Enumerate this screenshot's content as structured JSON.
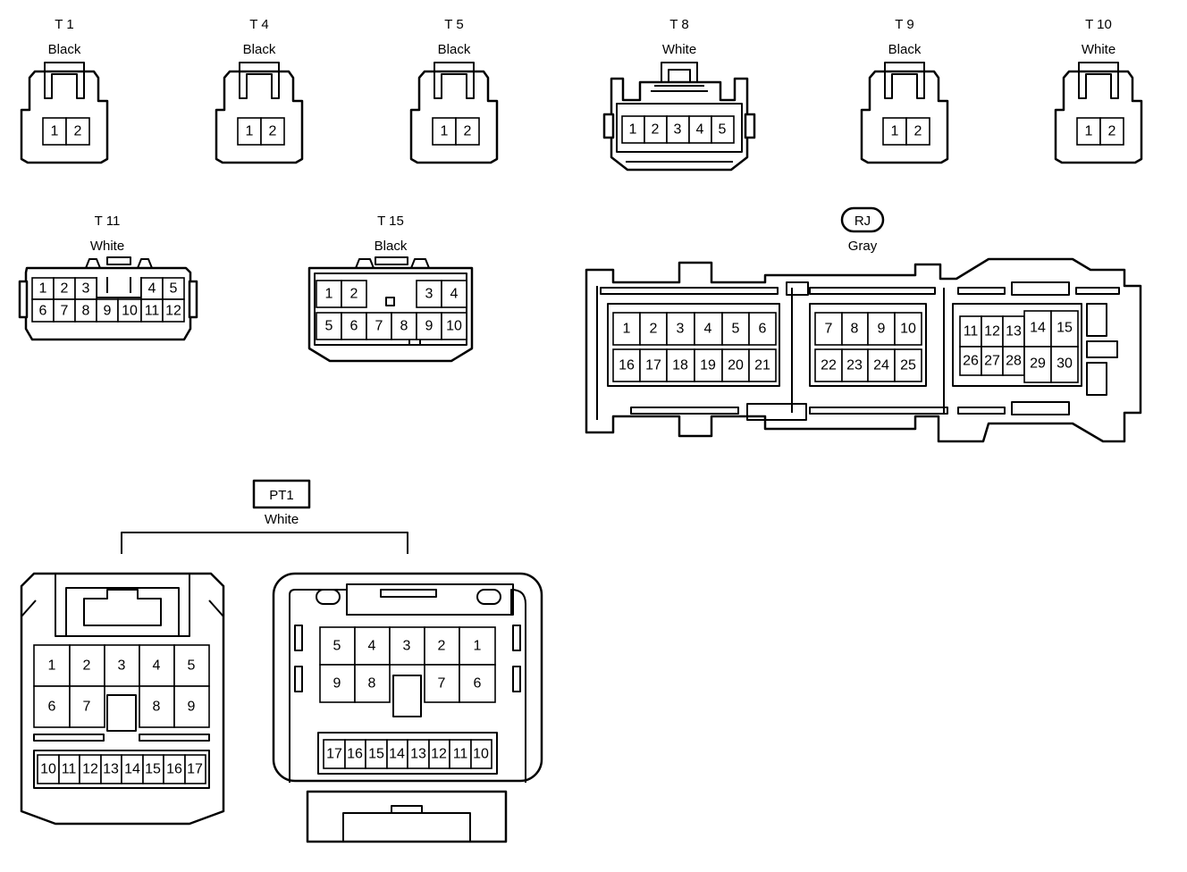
{
  "connectors": {
    "T1": {
      "name": "T 1",
      "color": "Black",
      "pins": [
        "1",
        "2"
      ]
    },
    "T4": {
      "name": "T 4",
      "color": "Black",
      "pins": [
        "1",
        "2"
      ]
    },
    "T5": {
      "name": "T 5",
      "color": "Black",
      "pins": [
        "1",
        "2"
      ]
    },
    "T8": {
      "name": "T 8",
      "color": "White",
      "pins": [
        "1",
        "2",
        "3",
        "4",
        "5"
      ]
    },
    "T9": {
      "name": "T 9",
      "color": "Black",
      "pins": [
        "1",
        "2"
      ]
    },
    "T10": {
      "name": "T 10",
      "color": "White",
      "pins": [
        "1",
        "2"
      ]
    },
    "T11": {
      "name": "T 11",
      "color": "White",
      "pins_top": [
        "1",
        "2",
        "3",
        "4",
        "5"
      ],
      "pins_bottom": [
        "6",
        "7",
        "8",
        "9",
        "10",
        "11",
        "12"
      ]
    },
    "T15": {
      "name": "T 15",
      "color": "Black",
      "pins_top": [
        "1",
        "2",
        "3",
        "4"
      ],
      "pins_bottom": [
        "5",
        "6",
        "7",
        "8",
        "9",
        "10"
      ]
    },
    "RJ": {
      "name": "RJ",
      "color": "Gray",
      "block1_top": [
        "1",
        "2",
        "3",
        "4",
        "5",
        "6"
      ],
      "block1_bottom": [
        "16",
        "17",
        "18",
        "19",
        "20",
        "21"
      ],
      "block2_top": [
        "7",
        "8",
        "9",
        "10"
      ],
      "block2_bottom": [
        "22",
        "23",
        "24",
        "25"
      ],
      "block3_small_top": [
        "11",
        "12",
        "13"
      ],
      "block3_small_bottom": [
        "26",
        "27",
        "28"
      ],
      "block3_big_top": [
        "14",
        "15"
      ],
      "block3_big_bottom": [
        "29",
        "30"
      ]
    },
    "PT1": {
      "name": "PT1",
      "color": "White",
      "left_row1": [
        "1",
        "2",
        "3",
        "4",
        "5"
      ],
      "left_row2": [
        "6",
        "7",
        "8",
        "9"
      ],
      "left_row3": [
        "10",
        "11",
        "12",
        "13",
        "14",
        "15",
        "16",
        "17"
      ],
      "right_row1": [
        "5",
        "4",
        "3",
        "2",
        "1"
      ],
      "right_row2": [
        "9",
        "8",
        "7",
        "6"
      ],
      "right_row3": [
        "17",
        "16",
        "15",
        "14",
        "13",
        "12",
        "11",
        "10"
      ]
    }
  }
}
